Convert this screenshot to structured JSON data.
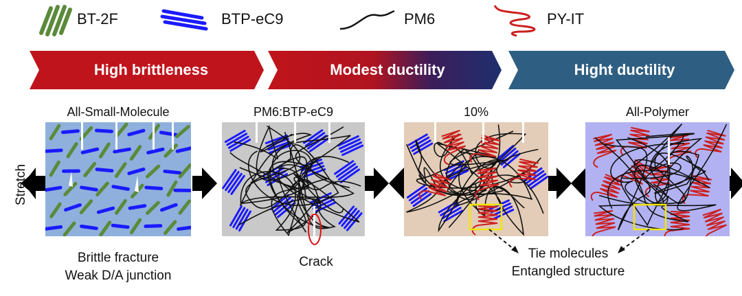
{
  "legend": {
    "bt2f": "BT-2F",
    "btpec9": "BTP-eC9",
    "pm6": "PM6",
    "pyit": "PY-IT"
  },
  "stages": {
    "brittle": "High brittleness",
    "modest": "Modest ductility",
    "high": "Hight ductility"
  },
  "panels": {
    "p1": "All-Small-Molecule",
    "p2": "PM6:BTP-eC9",
    "p3": "10%",
    "p4": "All-Polymer"
  },
  "notes": {
    "brittle_line1": "Brittle fracture",
    "brittle_line2": "Weak D/A junction",
    "crack": "Crack",
    "tie_line1": "Tie molecules",
    "tie_line2": "Entangled structure"
  },
  "axis": {
    "stretch": "Stretch"
  },
  "colors": {
    "bt2f_green": "#5b8a3a",
    "btp_blue": "#1a1aff",
    "pyit_red": "#cc1f1f",
    "banner_red": "#c0141c",
    "banner_navy": "#1f3b6e",
    "banner_steel": "#2e5f82",
    "panel1_bg": "#8fb0dc",
    "panel2_bg": "#c9c9c9",
    "panel3_bg": "#e3cdb8",
    "panel4_bg": "#b2b2f3",
    "highlight_yellow": "#f2e600"
  },
  "icons": [
    "arrow-left-icon",
    "arrow-right-icon"
  ]
}
